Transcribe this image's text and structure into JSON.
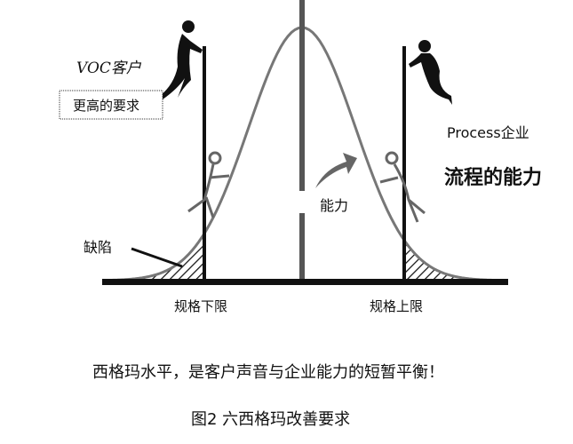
{
  "labels": {
    "voc": "VOC客户",
    "higher_req": "更高的要求",
    "process": "Process企业",
    "capability_title": "流程的能力",
    "capability": "能力",
    "defect": "缺陷",
    "lsl": "规格下限",
    "usl": "规格上限"
  },
  "caption": "西格玛水平，是客户声音与企业能力的短暂平衡！",
  "figure_title": "图2 六西格玛改善要求",
  "colors": {
    "ink": "#111111",
    "curve": "#777777"
  }
}
